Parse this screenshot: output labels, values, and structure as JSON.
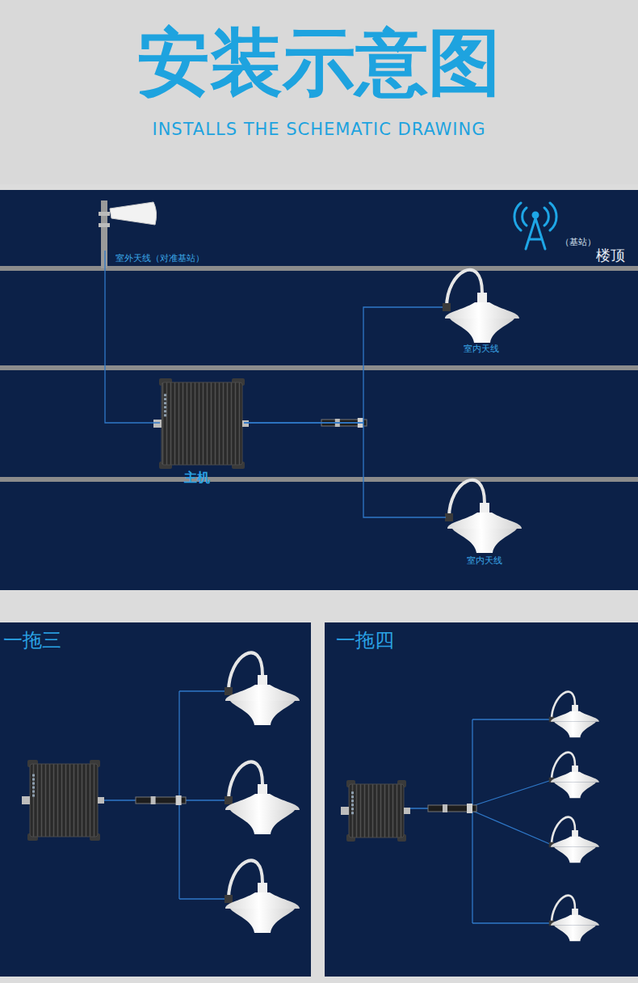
{
  "diagram": {
    "title": "安装示意图",
    "nodes": [
      {
        "text": [
          "室外天线（对准基站）"
        ]
      },
      {
        "text": [
          "（基站）"
        ]
      },
      {
        "text": [
          "室内天线"
        ]
      },
      {
        "text": [
          "主机"
        ]
      },
      {
        "text": [
          "室内天线"
        ]
      },
      {
        "text": [
          "一拖三"
        ]
      },
      {
        "text": [
          "一拖四"
        ]
      }
    ],
    "edges": [
      {
        "from": 0,
        "to": 3,
        "arrow": "none"
      },
      {
        "from": 3,
        "to": 2,
        "arrow": "none"
      },
      {
        "from": 3,
        "to": 4,
        "arrow": "none"
      }
    ],
    "labels": [
      "INSTALLS THE SCHEMATIC DRAWING",
      "楼顶"
    ]
  }
}
